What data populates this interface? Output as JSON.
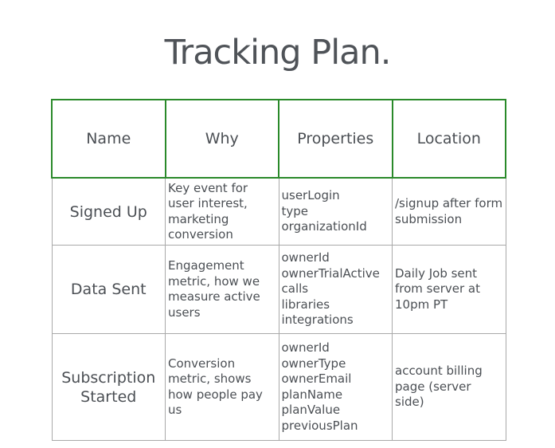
{
  "title": "Tracking Plan.",
  "headers": [
    "Name",
    "Why",
    "Properties",
    "Location"
  ],
  "rows": [
    {
      "name": [
        "Signed Up"
      ],
      "why": "Key event for user interest, marketing conversion",
      "properties": [
        "userLogin",
        "type",
        "organizationId"
      ],
      "location": "/signup after form submission"
    },
    {
      "name": [
        "Data Sent"
      ],
      "why": "Engagement metric, how we measure active users",
      "properties": [
        "ownerId",
        "ownerTrialActive",
        "calls",
        "libraries",
        "integrations"
      ],
      "location": "Daily Job sent from server at 10pm PT"
    },
    {
      "name": [
        "Subscription",
        "Started"
      ],
      "why": "Conversion metric, shows how people pay us",
      "properties": [
        "ownerId",
        "ownerType",
        "ownerEmail",
        "planName",
        "planValue",
        "previousPlan"
      ],
      "location": "account billing page (server side)"
    }
  ]
}
